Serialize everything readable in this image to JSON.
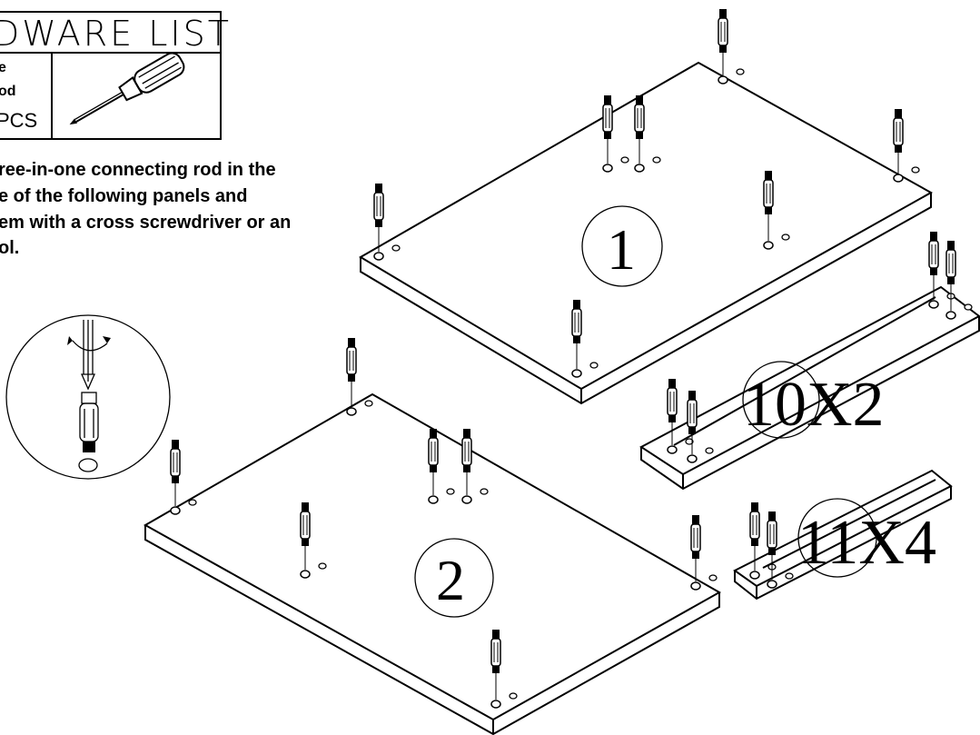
{
  "hardware_list": {
    "title": "DWARE LIST",
    "part_line1": "e",
    "part_line2": "od",
    "quantity": "PCS",
    "tool_icon": "screwdriver-icon"
  },
  "instructions": {
    "line1": "ree-in-one connecting rod in the",
    "line2": "e of the following panels and",
    "line3": "em with a cross screwdriver or an",
    "line4": "ol."
  },
  "panels": {
    "panel1_label": "1",
    "panel2_label": "2",
    "part10_label": "10X2",
    "part11_label": "11X4"
  },
  "detail_icon": "rotation-arrow-icon"
}
